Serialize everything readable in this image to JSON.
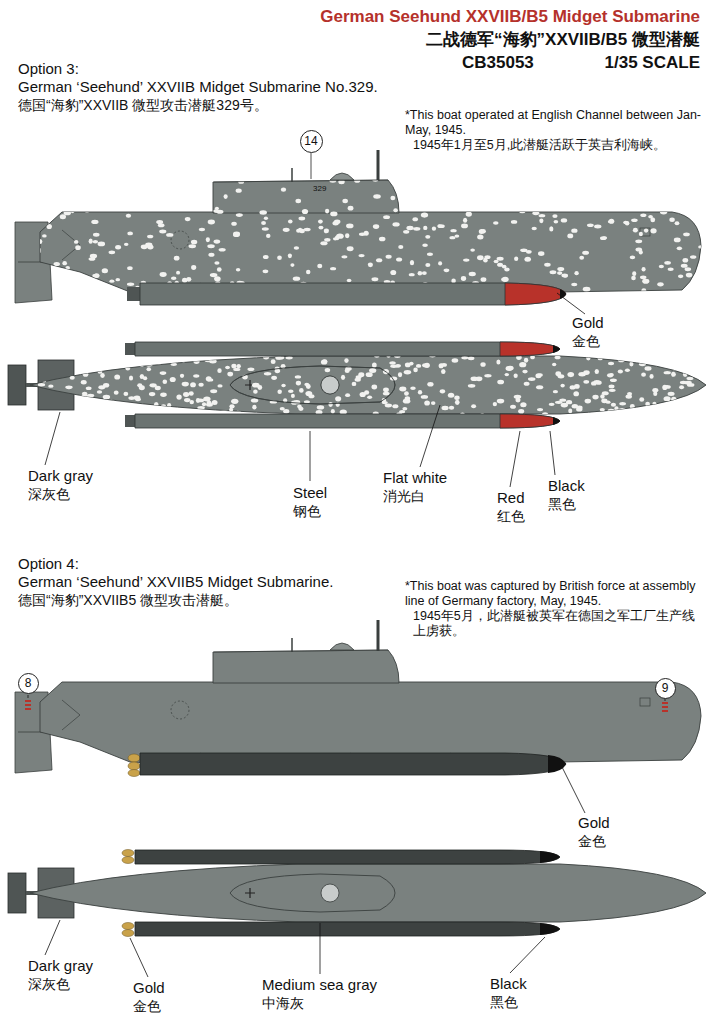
{
  "diagram": {
    "title": "German Seehund XXVIIB/B5 Midget Submarine",
    "nodes": [
      {
        "text": [
          "14"
        ]
      },
      {
        "text": [
          "8"
        ]
      },
      {
        "text": [
          "9"
        ]
      }
    ],
    "edges": [],
    "labels": [
      "二战德军“海豹”XXVIIB/B5 微型潜艇",
      "CB35053",
      "1/35 SCALE",
      "Option 3:",
      "German ‘Seehund’ XXVIIB Midget Submarine No.329.",
      "德国“海豹”XXVIIB 微型攻击潜艇329号。",
      "*This boat operated at English Channel between Jan-May, 1945.",
      "1945年1月至5月,此潜艇活跃于英吉利海峡。",
      "329",
      "Gold",
      "金色",
      "Dark gray",
      "深灰色",
      "Steel",
      "钢色",
      "Flat white",
      "消光白",
      "Red",
      "红色",
      "Black",
      "黑色",
      "Option 4:",
      "German ‘Seehund’ XXVIIB5 Midget Submarine.",
      "德国“海豹”XXVIIB5 微型攻击潜艇。",
      "*This boat was captured by British force at assembly line of Germany factory, May, 1945.",
      "1945年5月，此潜艇被英军在德国之军工厂生产线上虏获。",
      "Gold",
      "金色",
      "Dark gray",
      "深灰色",
      "Gold",
      "金色",
      "Medium sea gray",
      "中海灰",
      "Black",
      "黑色"
    ]
  }
}
